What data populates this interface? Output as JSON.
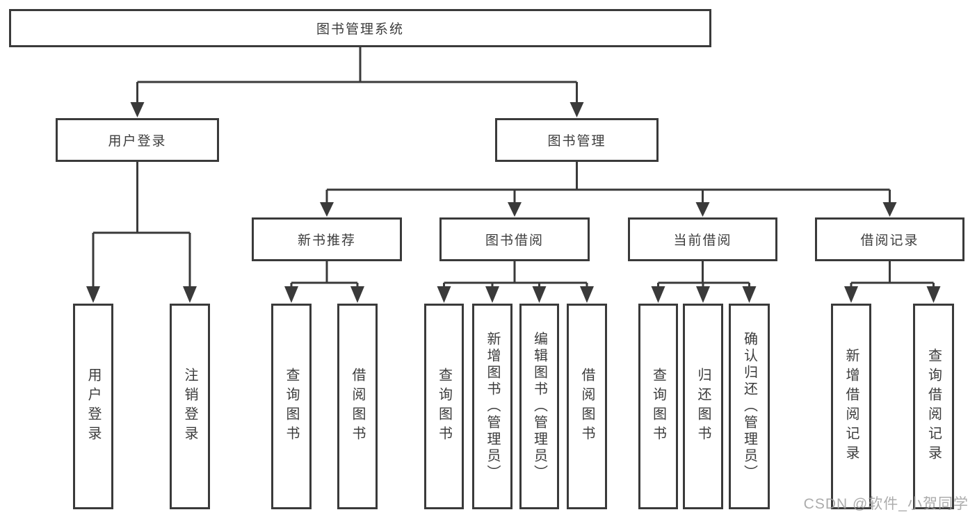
{
  "root": {
    "label": "图书管理系统"
  },
  "branches": {
    "user_login": {
      "label": "用户登录"
    },
    "book_management": {
      "label": "图书管理"
    }
  },
  "modules": {
    "new_book_recommendation": {
      "label": "新书推荐"
    },
    "book_borrowing": {
      "label": "图书借阅"
    },
    "current_borrowing": {
      "label": "当前借阅"
    },
    "borrowing_records": {
      "label": "借阅记录"
    }
  },
  "leaves": {
    "user_login": {
      "label": "用户登录"
    },
    "logout": {
      "label": "注销登录"
    },
    "recommend_query_books": {
      "label": "查询图书"
    },
    "recommend_borrow_books": {
      "label": "借阅图书"
    },
    "borrow_query_books": {
      "label": "查询图书"
    },
    "borrow_add_books": {
      "label": "新增图书（管理员）"
    },
    "borrow_edit_books": {
      "label": "编辑图书（管理员）"
    },
    "borrow_borrow_books": {
      "label": "借阅图书"
    },
    "current_query_books": {
      "label": "查询图书"
    },
    "current_return_books": {
      "label": "归还图书"
    },
    "current_confirm_return": {
      "label": "确认归还（管理员）"
    },
    "records_add_record": {
      "label": "新增借阅记录"
    },
    "records_query_record": {
      "label": "查询借阅记录"
    }
  },
  "watermark": {
    "text": "CSDN @软件_小贺同学"
  },
  "colors": {
    "line": "#3a3a3a",
    "box_border": "#3a3a3a",
    "text": "#3c3c3c",
    "watermark": "#9e9e9e",
    "background": "#ffffff"
  }
}
